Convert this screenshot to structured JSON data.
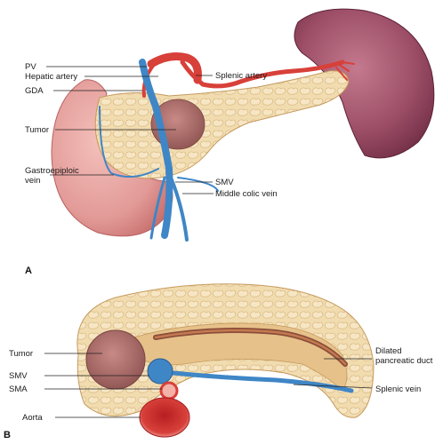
{
  "figure": {
    "panel_a": {
      "letter": "A",
      "labels": {
        "pv": "PV",
        "hepatic_artery": "Hepatic artery",
        "gda": "GDA",
        "tumor": "Tumor",
        "gastroepiploic_line1": "Gastroepiploic",
        "gastroepiploic_line2": "vein",
        "splenic_artery": "Splenic artery",
        "smv": "SMV",
        "middle_colic_vein": "Middle colic vein"
      }
    },
    "panel_b": {
      "letter": "B",
      "labels": {
        "tumor": "Tumor",
        "smv": "SMV",
        "sma": "SMA",
        "aorta": "Aorta",
        "dilated_line1": "Dilated",
        "dilated_line2": "pancreatic duct",
        "splenic_vein": "Splenic vein"
      }
    },
    "colors": {
      "pancreas": "#f1dcb0",
      "pancreas_shadow": "#d9b67a",
      "tumor": "#a86a6a",
      "spleen": "#9c4e66",
      "artery": "#d8403a",
      "vein": "#3f86c6",
      "bowel": "#e9a3a0"
    }
  }
}
